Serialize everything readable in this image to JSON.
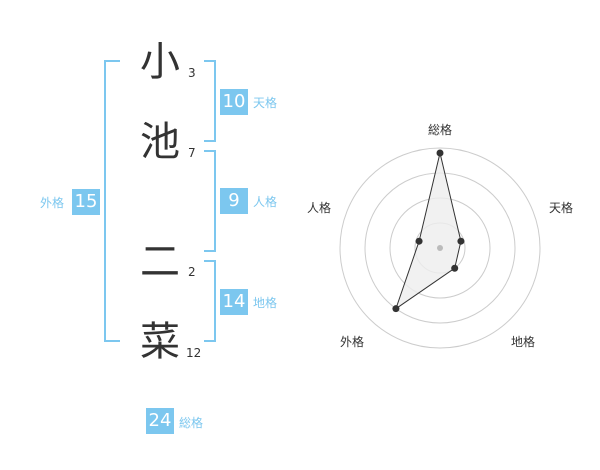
{
  "name": {
    "chars": [
      {
        "char": "小",
        "strokes": "3"
      },
      {
        "char": "池",
        "strokes": "7"
      },
      {
        "char": "二",
        "strokes": "2"
      },
      {
        "char": "菜",
        "strokes": "12"
      }
    ]
  },
  "kaku": {
    "tenkaku": {
      "value": "10",
      "label": "天格"
    },
    "jinkaku": {
      "value": "9",
      "label": "人格"
    },
    "chikaku": {
      "value": "14",
      "label": "地格"
    },
    "gaikaku": {
      "value": "15",
      "label": "外格"
    },
    "soukaku": {
      "value": "24",
      "label": "総格"
    }
  },
  "chart_data": {
    "type": "radar",
    "axes": [
      "総格",
      "天格",
      "地格",
      "外格",
      "人格"
    ],
    "values": [
      0.95,
      0.22,
      0.25,
      0.75,
      0.22
    ],
    "rings": 4,
    "colors": {
      "fill": "#eeeeee",
      "line": "#333333",
      "point": "#333333",
      "grid": "#cccccc",
      "center": "#bbbbbb"
    }
  }
}
